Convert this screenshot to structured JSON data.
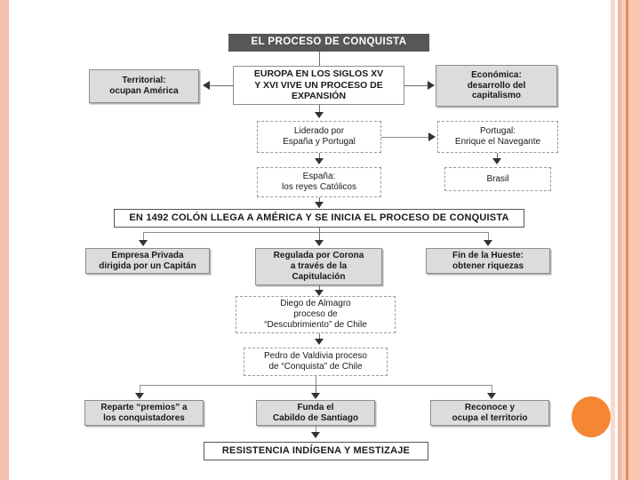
{
  "slide": {
    "background_color": "#ffffff",
    "accent_color": "#f58634",
    "stripe_color": "#f6c0ac",
    "title_bar_color": "#575757",
    "gray_box_color": "#dcdcdc"
  },
  "diagram": {
    "title": "EL PROCESO DE CONQUISTA",
    "nodes": {
      "europa": "EUROPA EN LOS SIGLOS XV\nY XVI VIVE UN PROCESO DE\nEXPANSIÓN",
      "territorial": "Territorial:\nocupan América",
      "economica": "Económica:\ndesarrollo del\ncapitalismo",
      "liderado": "Liderado por\nEspaña y Portugal",
      "portugal": "Portugal:\nEnrique el Navegante",
      "espana": "España:\nlos reyes Católicos",
      "brasil": "Brasil",
      "banner1492": "EN 1492 COLÓN LLEGA A AMÉRICA Y SE INICIA EL PROCESO DE CONQUISTA",
      "empresa": "Empresa Privada\ndirigida por un Capitán",
      "regulada": "Regulada por Corona\na través de la\nCapitulación",
      "hueste": "Fin de la Hueste:\nobtener riquezas",
      "almagro": "Diego de Almagro\nproceso de\n“Descubrimiento” de Chile",
      "valdivia": "Pedro de Valdivia proceso\nde “Conquista” de Chile",
      "premios": "Reparte “premios” a\nlos conquistadores",
      "cabildo": "Funda el\nCabildo de Santiago",
      "territorio": "Reconoce y\nocupa el territorio",
      "resistencia": "RESISTENCIA INDÍGENA Y MESTIZAJE"
    }
  }
}
